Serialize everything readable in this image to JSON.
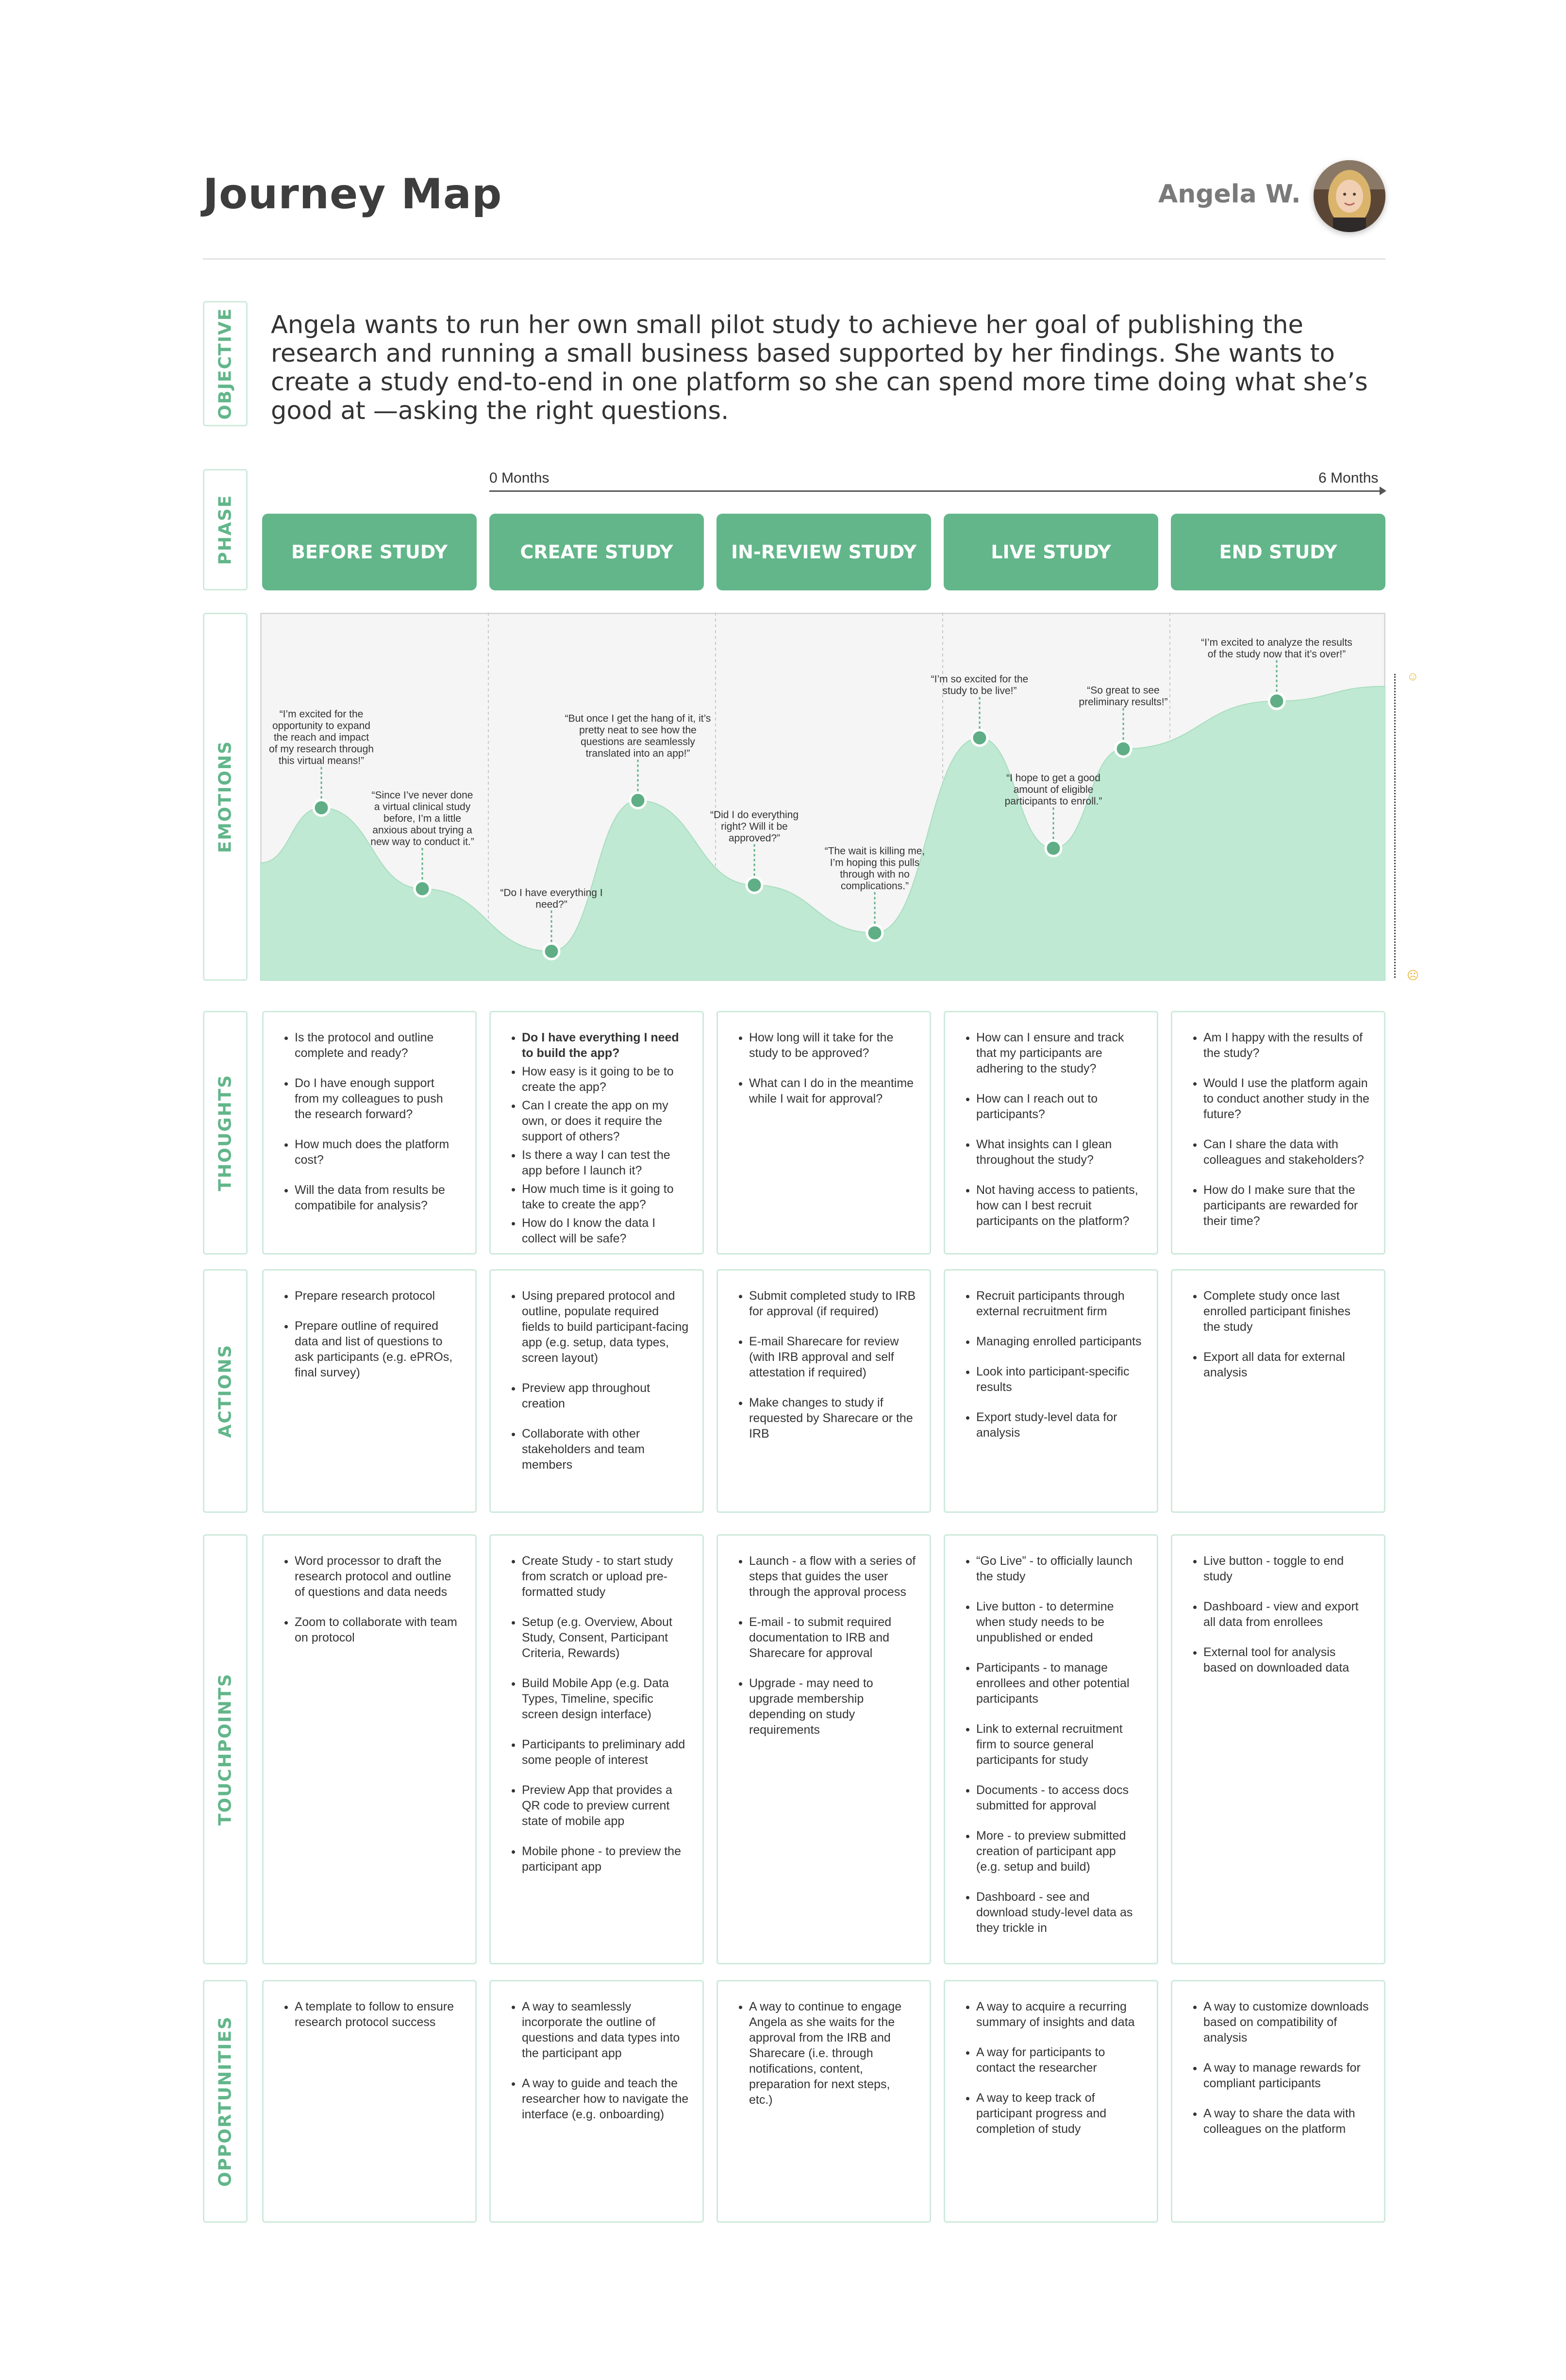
{
  "header": {
    "title": "Journey Map",
    "persona_name": "Angela W."
  },
  "objective": {
    "label": "OBJECTIVE",
    "text": "Angela wants to run her own small pilot study to achieve her goal of publishing the research and running a small business based supported by her findings. She wants to create a study end-to-end in one platform so she can spend more time doing what she’s good at —asking the right questions."
  },
  "timeline": {
    "start": "0 Months",
    "end": "6 Months"
  },
  "rows": {
    "phase": "PHASE",
    "emotions": "EMOTIONS",
    "thoughts": "THOUGHTS",
    "actions": "ACTIONS",
    "touchpoints": "TOUCHPOINTS",
    "opportunities": "OPPORTUNITIES"
  },
  "phases": [
    "BEFORE STUDY",
    "CREATE STUDY",
    "IN-REVIEW STUDY",
    "LIVE STUDY",
    "END STUDY"
  ],
  "emotion_scale": {
    "top_icon": "smiling-face-icon",
    "bottom_icon": "sad-face-icon"
  },
  "emotion_points": [
    {
      "phase": "BEFORE STUDY",
      "level": 0.47,
      "quote": [
        "“I’m excited for the",
        "opportunity to expand",
        "the reach and impact",
        "of my research through",
        "this virtual means!”"
      ]
    },
    {
      "phase": "BEFORE STUDY",
      "level": 0.25,
      "quote": [
        "“Since I’ve never done",
        "a virtual clinical study",
        "before, I’m a little",
        "anxious about trying a",
        "new way to conduct it.”"
      ]
    },
    {
      "phase": "CREATE STUDY",
      "level": 0.08,
      "quote": [
        "“Do I have everything I",
        "need?”"
      ]
    },
    {
      "phase": "CREATE STUDY",
      "level": 0.49,
      "quote": [
        "“But once I get the hang of it, it’s",
        "pretty neat to see how the",
        "questions are seamlessly",
        "translated into an app!”"
      ]
    },
    {
      "phase": "IN-REVIEW STUDY",
      "level": 0.26,
      "quote": [
        "“Did I do everything",
        "right? Will it be",
        "approved?”"
      ]
    },
    {
      "phase": "IN-REVIEW STUDY",
      "level": 0.13,
      "quote": [
        "“The wait is killing me,",
        "I’m hoping this pulls",
        "through with no",
        "complications.”"
      ]
    },
    {
      "phase": "LIVE STUDY",
      "level": 0.66,
      "quote": [
        "“I’m so excited for the",
        "study to be live!”"
      ]
    },
    {
      "phase": "LIVE STUDY",
      "level": 0.36,
      "quote": [
        "“I hope to get a good",
        "amount of eligible",
        "participants to enroll.”"
      ]
    },
    {
      "phase": "LIVE STUDY",
      "level": 0.63,
      "quote": [
        "“So great to see",
        "preliminary results!”"
      ]
    },
    {
      "phase": "END STUDY",
      "level": 0.76,
      "quote": [
        "“I’m excited to analyze the results",
        "of the study now that it’s over!”"
      ]
    }
  ],
  "thoughts": [
    [
      "Is the protocol and outline complete and ready?",
      "Do I have enough support from my colleagues to push the research forward?",
      "How much does the platform cost?",
      "Will the data from results be compatibile for analysis?"
    ],
    [
      "Do I have everything I need to build the app?",
      "How easy is it going to be to create the app?",
      "Can I create the app on my own, or does it require the support of others?",
      "Is there a way I can test the app before I launch it?",
      "How much time is it going to take to create the app?",
      "How do I know the data I collect will be safe?"
    ],
    [
      "How long will it take for the study to be approved?",
      "What can I do in the meantime while I wait for approval?"
    ],
    [
      "How can I ensure and track that my participants are adhering to the study?",
      "How can I reach out to participants?",
      "What insights can I glean throughout the study?",
      "Not having access to patients, how can I best recruit participants on the platform?"
    ],
    [
      "Am I happy with the results of the study?",
      "Would I use the platform again to conduct another study in the future?",
      "Can I share the data with colleagues and stakeholders?",
      "How do I make sure that the participants are rewarded for their time?"
    ]
  ],
  "actions": [
    [
      "Prepare research protocol",
      "Prepare outline of required data and list of questions to ask participants (e.g. ePROs, final survey)"
    ],
    [
      "Using prepared protocol and outline, populate required fields to build participant-facing app (e.g. setup, data types, screen layout)",
      "Preview app throughout creation",
      "Collaborate with other stakeholders and team members"
    ],
    [
      "Submit completed study to IRB for approval (if required)",
      "E-mail Sharecare for review (with IRB approval and self attestation if required)",
      "Make changes to study if requested by Sharecare or the IRB"
    ],
    [
      "Recruit participants through external recruitment firm",
      "Managing enrolled participants",
      "Look into participant-specific results",
      "Export study-level data for analysis"
    ],
    [
      "Complete study once last enrolled participant finishes the study",
      "Export all data for external analysis"
    ]
  ],
  "touchpoints": [
    [
      "Word processor to draft the research protocol and outline of questions and data needs",
      "Zoom to collaborate with team on protocol"
    ],
    [
      "Create Study - to start study from scratch or upload pre-formatted study",
      "Setup (e.g. Overview, About Study, Consent, Participant Criteria, Rewards)",
      "Build Mobile App (e.g. Data Types, Timeline, specific screen design interface)",
      "Participants to preliminary add some people of interest",
      "Preview App that provides a QR code to preview current state of mobile app",
      "Mobile phone - to preview the participant app"
    ],
    [
      "Launch - a flow with a series of steps that guides the user through the approval process",
      "E-mail - to submit required documentation to IRB and Sharecare for approval",
      "Upgrade - may need to upgrade membership depending on study requirements"
    ],
    [
      "“Go Live” - to officially launch the study",
      "Live button - to determine when study needs to be unpublished or ended",
      "Participants - to manage enrollees and other potential participants",
      "Link to external recruitment firm to source general participants for study",
      "Documents - to access docs submitted for approval",
      "More - to preview submitted creation of participant app (e.g. setup and build)",
      "Dashboard - see and download study-level data as they trickle in"
    ],
    [
      "Live button - toggle to end study",
      "Dashboard - view and export all data from enrollees",
      "External tool for analysis based on downloaded data"
    ]
  ],
  "opportunities": [
    [
      "A template to follow to ensure research protocol success"
    ],
    [
      "A way to seamlessly incorporate the outline of questions and data types into the participant app",
      "A way to guide and teach the researcher how to navigate the interface (e.g. onboarding)"
    ],
    [
      "A way to continue to engage Angela as she waits for the approval from the IRB and Sharecare (i.e. through notifications, content, preparation for next steps, etc.)"
    ],
    [
      "A way to acquire a recurring summary of insights and data",
      "A way for participants to contact the researcher",
      "A way to keep track of participant progress and completion of study"
    ],
    [
      "A way to customize downloads based on compatibility of analysis",
      "A way to manage rewards for compliant participants",
      "A way to share the data with colleagues on the platform"
    ]
  ],
  "colors": {
    "accent": "#62b68a",
    "card_border": "#cfeadc",
    "emotion_fill": "#bfe9d3",
    "point": "#5fae85"
  }
}
